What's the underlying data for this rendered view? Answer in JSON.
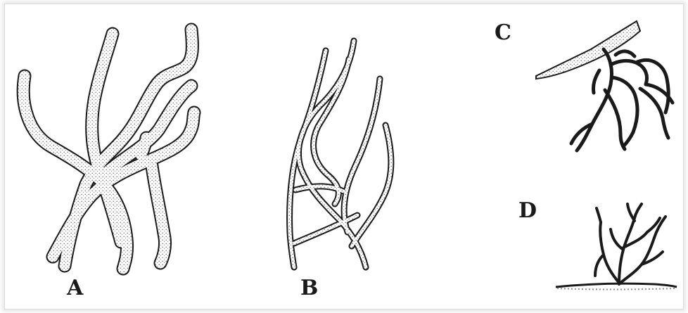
{
  "panels": [
    {
      "id": "A",
      "label": "A"
    },
    {
      "id": "B",
      "label": "B"
    },
    {
      "id": "C",
      "label": "C"
    },
    {
      "id": "D",
      "label": "D"
    }
  ],
  "colors": {
    "ink": "#1a1a1a",
    "stipple": "#7a7a7a",
    "background": "#ffffff"
  }
}
